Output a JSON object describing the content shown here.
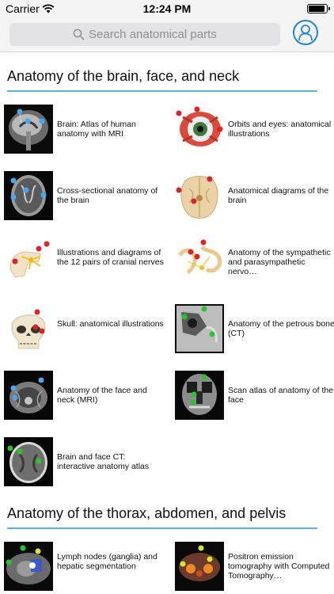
{
  "status_bar": {
    "carrier": "Carrier",
    "time": "12:24 PM",
    "battery_level": 0.95
  },
  "search": {
    "placeholder": "Search anatomical parts"
  },
  "sections": [
    {
      "title": "Anatomy of the brain, face, and neck",
      "items": [
        {
          "label": "Brain: Atlas of human anatomy with MRI"
        },
        {
          "label": "Orbits and eyes: anatomical illustrations"
        },
        {
          "label": "Cross-sectional anatomy of the brain"
        },
        {
          "label": "Anatomical diagrams of the brain"
        },
        {
          "label": "Illustrations and diagrams of the 12 pairs of cranial nerves"
        },
        {
          "label": "Anatomy of the sympathetic and parasympathetic nervo…"
        },
        {
          "label": "Skull: anatomical illustrations"
        },
        {
          "label": "Anatomy of the petrous bone (CT)"
        },
        {
          "label": "Anatomy of the face and neck (MRI)"
        },
        {
          "label": "Scan atlas of anatomy of the face"
        },
        {
          "label": "Brain and face CT: interactive anatomy atlas"
        }
      ]
    },
    {
      "title": "Anatomy of the thorax, abdomen, and pelvis",
      "items": [
        {
          "label": "Lymph nodes (ganglia) and hepatic segmentation"
        },
        {
          "label": "Positron emission tomography with Computed Tomography…"
        }
      ]
    }
  ]
}
